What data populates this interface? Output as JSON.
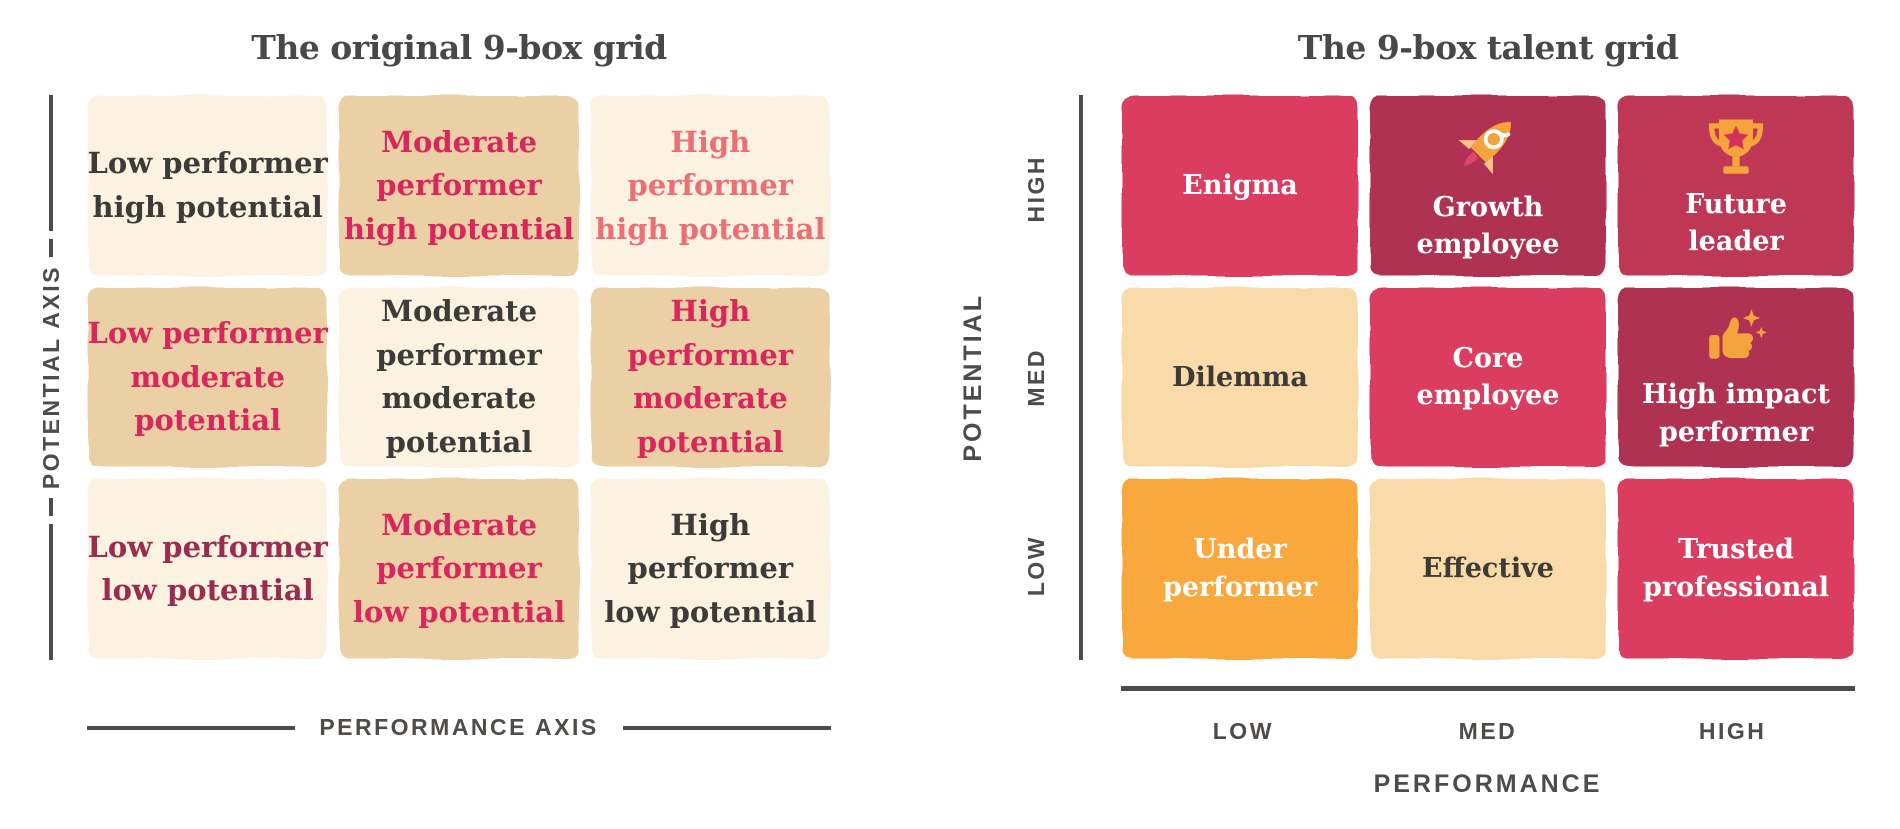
{
  "left_grid": {
    "title": "The original 9-box grid",
    "potential_axis_label": "POTENTIAL AXIS",
    "performance_axis_label": "PERFORMANCE AXIS",
    "cells": [
      {
        "text": "Low performer\nhigh potential"
      },
      {
        "text": "Moderate\nperformer\nhigh potential"
      },
      {
        "text": "High performer\nhigh potential"
      },
      {
        "text": "Low performer\nmoderate\npotential"
      },
      {
        "text": "Moderate\nperformer\nmoderate\npotential"
      },
      {
        "text": "High performer\nmoderate\npotential"
      },
      {
        "text": "Low performer\nlow potential"
      },
      {
        "text": "Moderate\nperformer\nlow potential"
      },
      {
        "text": "High performer\nlow potential"
      }
    ]
  },
  "right_grid": {
    "title": "The 9-box talent grid",
    "potential_axis_label": "POTENTIAL",
    "performance_axis_label": "PERFORMANCE",
    "row_labels": [
      "HIGH",
      "MED",
      "LOW"
    ],
    "col_labels": [
      "LOW",
      "MED",
      "HIGH"
    ],
    "cells": [
      {
        "label": "Enigma",
        "icon": ""
      },
      {
        "label": "Growth\nemployee",
        "icon": "rocket-icon"
      },
      {
        "label": "Future\nleader",
        "icon": "trophy-icon"
      },
      {
        "label": "Dilemma",
        "icon": ""
      },
      {
        "label": "Core\nemployee",
        "icon": ""
      },
      {
        "label": "High impact\nperformer",
        "icon": "thumbs-up-sparkle-icon"
      },
      {
        "label": "Under\nperformer",
        "icon": ""
      },
      {
        "label": "Effective",
        "icon": ""
      },
      {
        "label": "Trusted\nprofessional",
        "icon": ""
      }
    ]
  },
  "colors": {
    "background": "#FFFFFF",
    "cream": "#FBF2E2",
    "tan": "#ECD0A5",
    "peach": "#F8DBA8",
    "orange": "#F9A83E",
    "raspberry": "#DB3E60",
    "berry_dark": "#AF3252",
    "berry_mid": "#BE3756",
    "charcoal_text": "#3D3B38",
    "crimson_text": "#D9265C",
    "coral_text": "#EC6F75",
    "maroon_text": "#9A2C50",
    "white_text": "#FFFFFF",
    "title_gray": "#4A4846",
    "axis_gray": "#4E4B48",
    "icon_amber": "#F5A33C",
    "icon_flame": "#E0446A",
    "icon_star": "#D6315C"
  }
}
